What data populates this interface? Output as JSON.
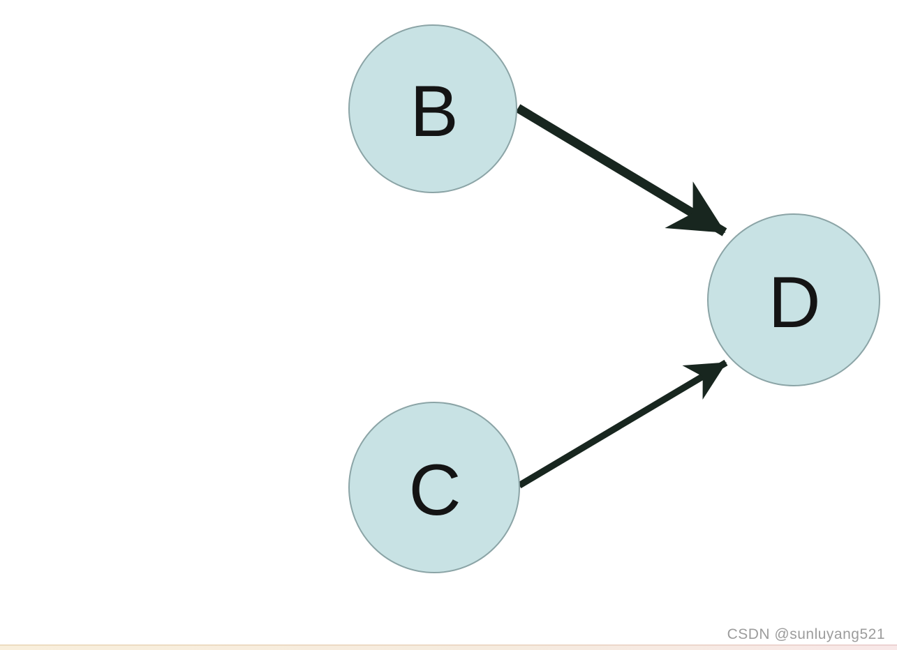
{
  "diagram": {
    "type": "directed-graph",
    "nodes": [
      {
        "id": "B",
        "label": "B"
      },
      {
        "id": "C",
        "label": "C"
      },
      {
        "id": "D",
        "label": "D"
      }
    ],
    "edges": [
      {
        "from": "B",
        "to": "D"
      },
      {
        "from": "C",
        "to": "D"
      }
    ],
    "colors": {
      "node_fill": "#c8e2e4",
      "node_border": "#8ba4a6",
      "edge": "#18261f",
      "label": "#141414"
    }
  },
  "watermark": {
    "text": "CSDN @sunluyang521",
    "color": "#9c9c9c"
  },
  "footer_bar": {
    "left_color": "#f9efdc",
    "right_color": "#f8e8e8"
  }
}
